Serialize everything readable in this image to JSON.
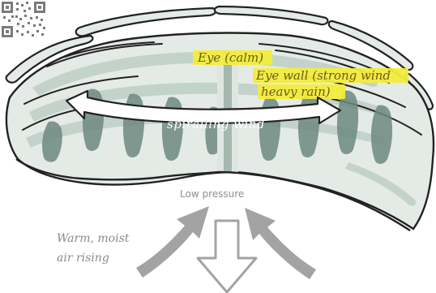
{
  "labels": {
    "eye": "Eye (calm)",
    "eye_wall_line1": "Eye wall (strong wind",
    "eye_wall_line2": "heavy rain)",
    "spiralling_wind": "spiralling wind",
    "low_pressure": "Low pressure",
    "warm_moist_line1": "Warm, moist",
    "warm_moist_line2": "air rising"
  },
  "colors": {
    "cloud_fill": "#e4ebe7",
    "cloud_shadow": "#b8c9c2",
    "cloud_dark": "#6e8a80",
    "highlight": "#f3ec3b",
    "arrow_gray": "#a3a3a3",
    "outline": "#222222"
  },
  "icons": {
    "qr": "qr-code-icon"
  }
}
